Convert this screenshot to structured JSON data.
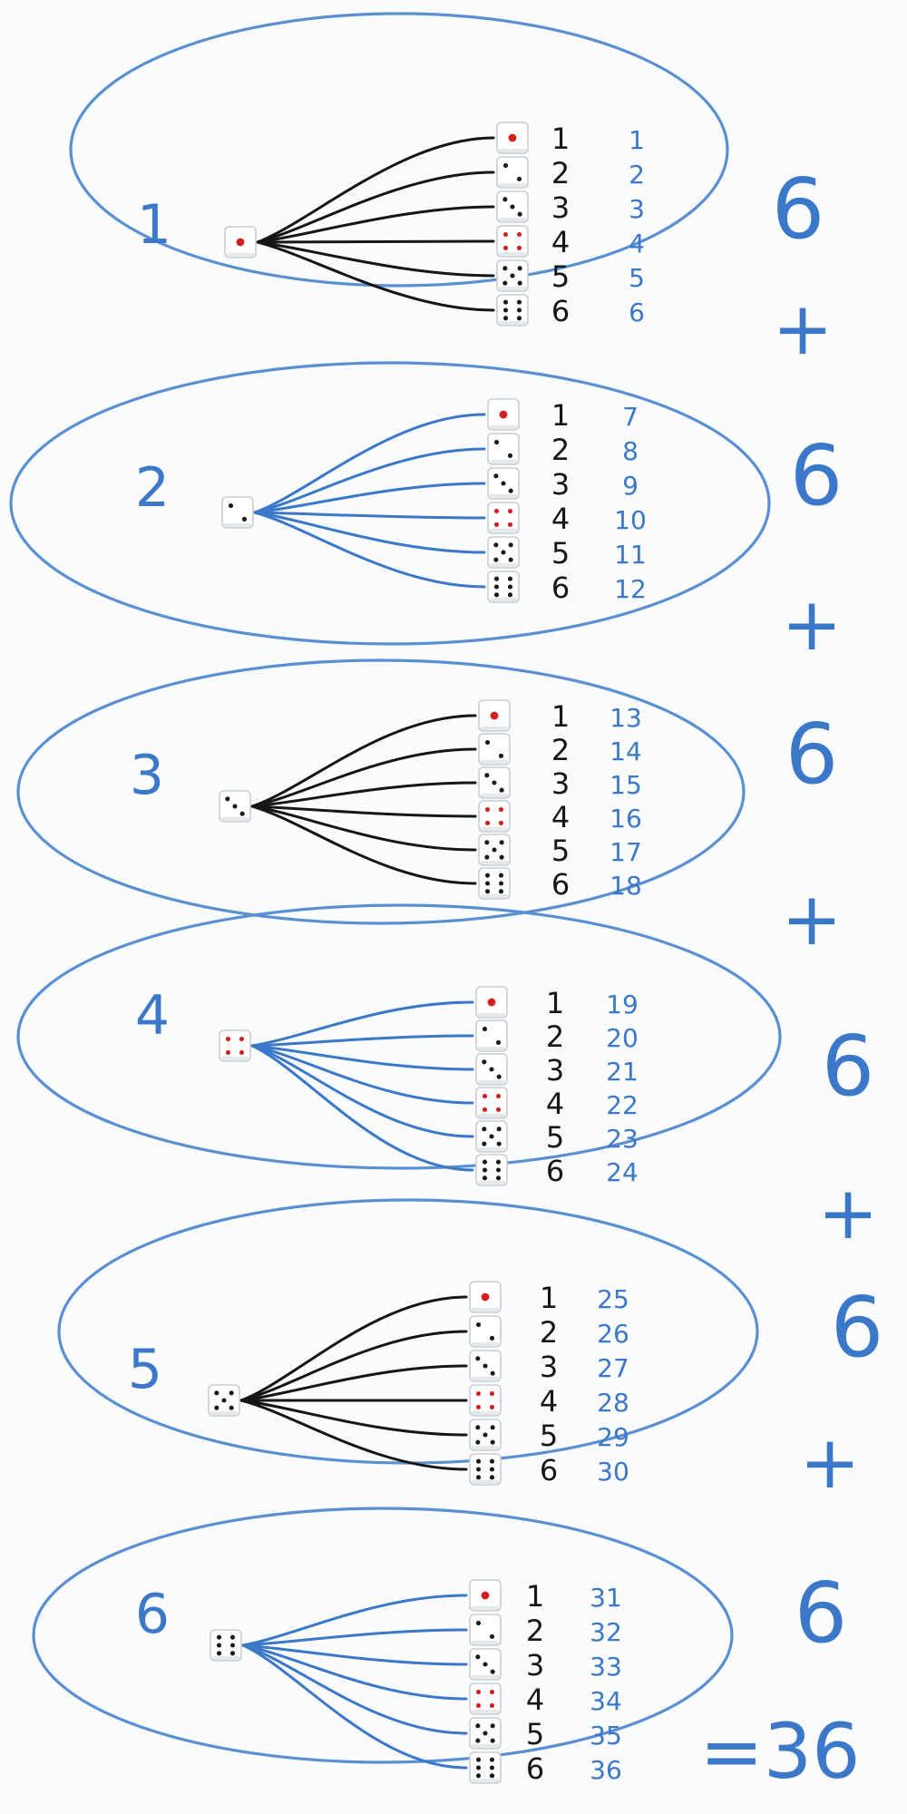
{
  "colors": {
    "board": "#fbfcfd",
    "blue_marker": "#3b78c9",
    "oval_marker": "#5a90d2",
    "black_marker": "#161616",
    "pip_red": "#d41f1f",
    "pip_black": "#1a1a1a"
  },
  "groups": [
    {
      "first_die": "1",
      "first_value": 1,
      "line_color": "black",
      "second_die_labels": [
        "1",
        "2",
        "3",
        "4",
        "5",
        "6"
      ],
      "outcome_numbers": [
        "1",
        "2",
        "3",
        "4",
        "5",
        "6"
      ],
      "subtotal": "6"
    },
    {
      "first_die": "2",
      "first_value": 2,
      "line_color": "blue",
      "second_die_labels": [
        "1",
        "2",
        "3",
        "4",
        "5",
        "6"
      ],
      "outcome_numbers": [
        "7",
        "8",
        "9",
        "10",
        "11",
        "12"
      ],
      "subtotal": "6"
    },
    {
      "first_die": "3",
      "first_value": 3,
      "line_color": "black",
      "second_die_labels": [
        "1",
        "2",
        "3",
        "4",
        "5",
        "6"
      ],
      "outcome_numbers": [
        "13",
        "14",
        "15",
        "16",
        "17",
        "18"
      ],
      "subtotal": "6"
    },
    {
      "first_die": "4",
      "first_value": 4,
      "line_color": "blue",
      "second_die_labels": [
        "1",
        "2",
        "3",
        "4",
        "5",
        "6"
      ],
      "outcome_numbers": [
        "19",
        "20",
        "21",
        "22",
        "23",
        "24"
      ],
      "subtotal": "6"
    },
    {
      "first_die": "5",
      "first_value": 5,
      "line_color": "black",
      "second_die_labels": [
        "1",
        "2",
        "3",
        "4",
        "5",
        "6"
      ],
      "outcome_numbers": [
        "25",
        "26",
        "27",
        "28",
        "29",
        "30"
      ],
      "subtotal": "6"
    },
    {
      "first_die": "6",
      "first_value": 6,
      "line_color": "blue",
      "second_die_labels": [
        "1",
        "2",
        "3",
        "4",
        "5",
        "6"
      ],
      "outcome_numbers": [
        "31",
        "32",
        "33",
        "34",
        "35",
        "36"
      ],
      "subtotal": "6"
    }
  ],
  "operators": [
    "+",
    "+",
    "+",
    "+",
    "+"
  ],
  "total": "=36"
}
